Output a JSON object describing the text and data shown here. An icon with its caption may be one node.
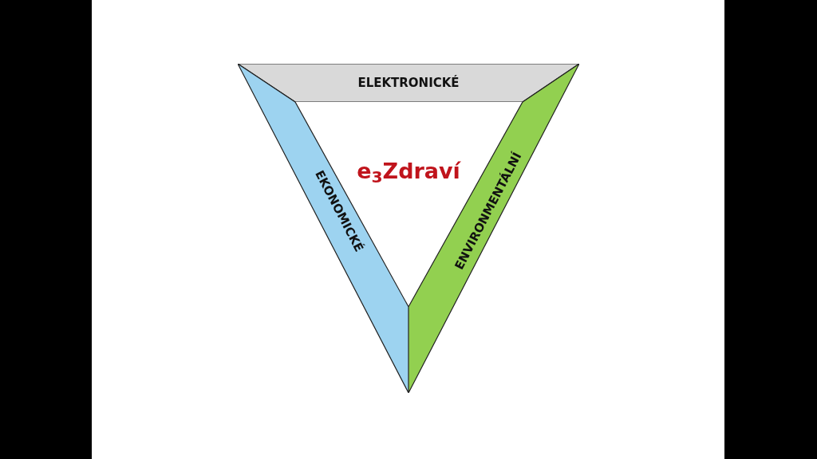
{
  "diagram": {
    "nodes": [
      {
        "text": [
          "ELEKTRONICKÉ"
        ]
      },
      {
        "text": [
          "EKONOMICKÉ"
        ]
      },
      {
        "text": [
          "ENVIRONMENTÁLNÍ"
        ]
      }
    ],
    "labels": [
      "e$_{3}$Zdraví"
    ]
  }
}
